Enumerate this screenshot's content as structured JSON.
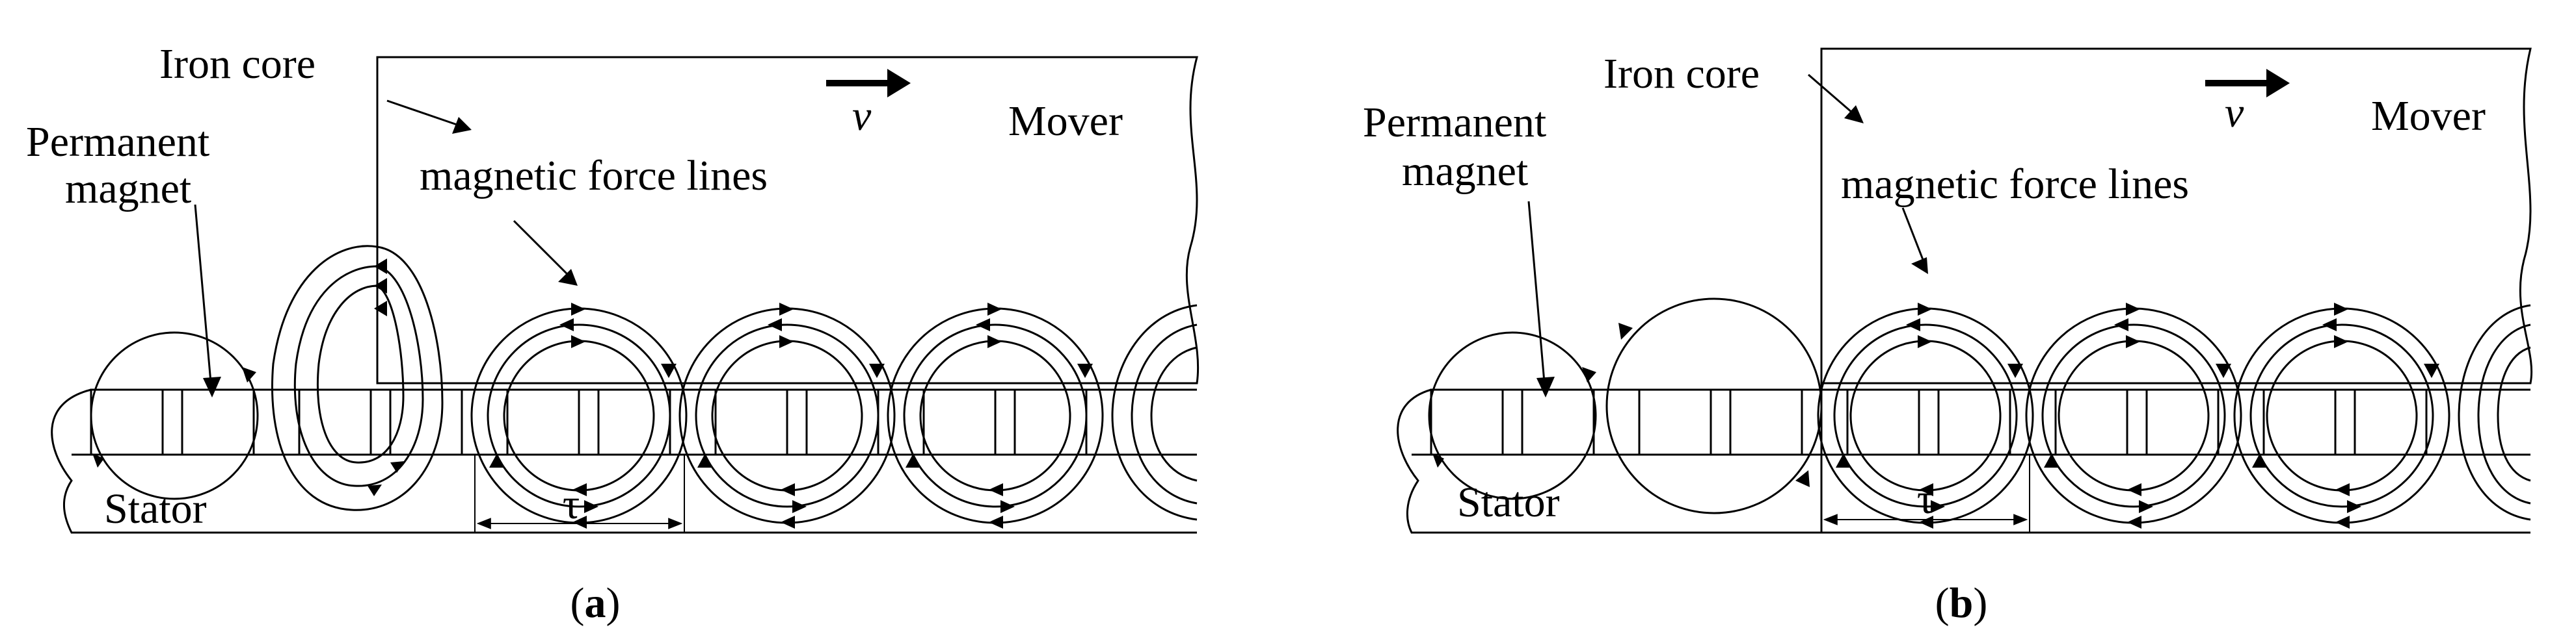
{
  "panels": [
    {
      "id": "a",
      "labels": {
        "iron_core": "Iron core",
        "velocity": "v",
        "mover": "Mover",
        "permanent_magnet_line1": "Permanent",
        "permanent_magnet_line2": "magnet",
        "magnetic_force_lines": "magnetic force lines",
        "stator": "Stator",
        "pole_pitch": "τ"
      },
      "caption_open": "(",
      "caption_letter": "a",
      "caption_close": ")"
    },
    {
      "id": "b",
      "labels": {
        "iron_core": "Iron core",
        "velocity": "v",
        "mover": "Mover",
        "permanent_magnet_line1": "Permanent",
        "permanent_magnet_line2": "magnet",
        "magnetic_force_lines": "magnetic force lines",
        "stator": "Stator",
        "pole_pitch": "τ"
      },
      "caption_open": "(",
      "caption_letter": "b",
      "caption_close": ")"
    }
  ],
  "colors": {
    "stroke": "#000000",
    "background": "#ffffff"
  }
}
